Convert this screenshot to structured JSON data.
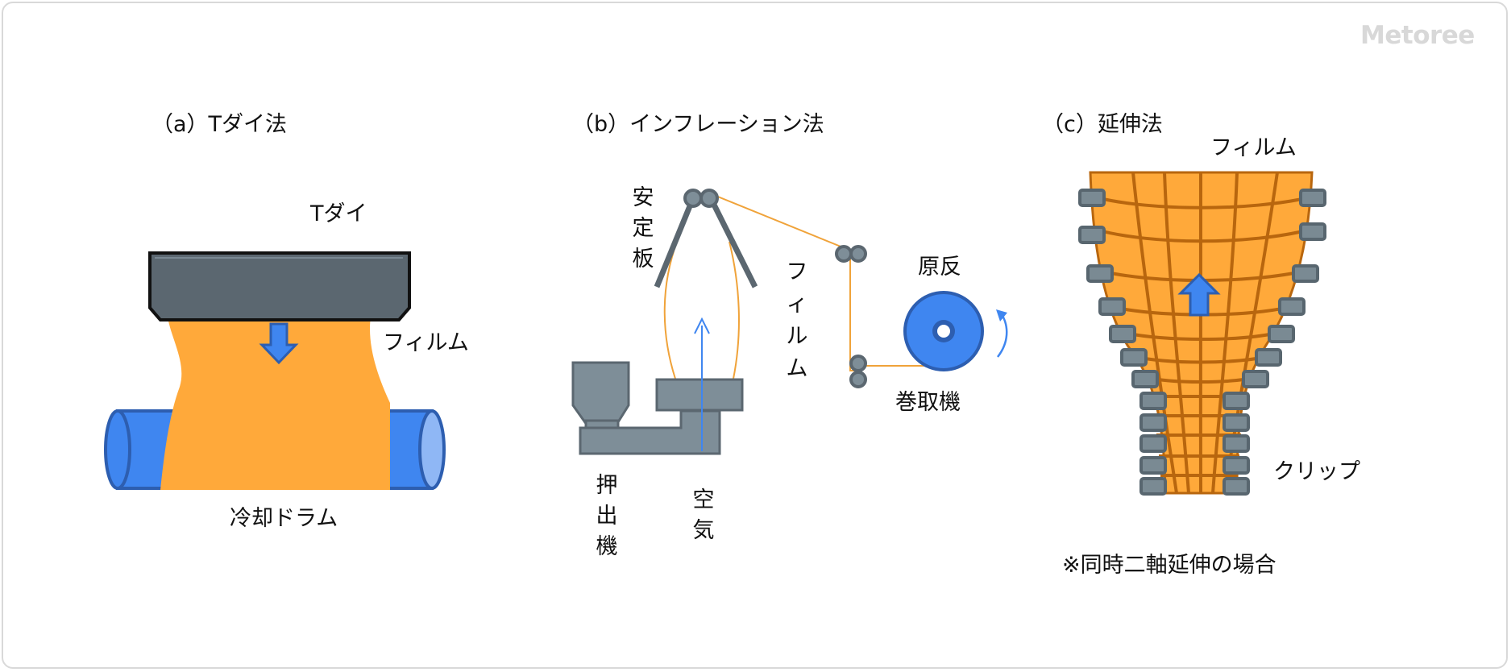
{
  "watermark": "Metoree",
  "panel_a": {
    "title": "（a）Tダイ法",
    "die_label": "Tダイ",
    "film_label": "フィルム",
    "drum_label": "冷却ドラム"
  },
  "panel_b": {
    "title": "（b）インフレーション法",
    "stabilizer_label": [
      "安",
      "定",
      "板"
    ],
    "film_label": [
      "フ",
      "ィ",
      "ル",
      "ム"
    ],
    "roll_label": "原反",
    "winder_label": "巻取機",
    "extruder_label": [
      "押",
      "出",
      "機"
    ],
    "air_label": [
      "空",
      "気"
    ]
  },
  "panel_c": {
    "title": "（c）延伸法",
    "film_label": "フィルム",
    "clip_label": "クリップ",
    "note": "※同時二軸延伸の場合"
  },
  "colors": {
    "film_orange": "#FFA93A",
    "film_line": "#B8660E",
    "blue": "#3F86F0",
    "blue_dark": "#2D5EB0",
    "machine_gray": "#7E8E98",
    "machine_dark": "#5B6770",
    "clip_gray": "#7A8A93"
  },
  "icons": [
    "down-arrow-icon",
    "up-arrow-icon",
    "curved-rotation-arrow-icon",
    "air-flow-arrow-icon"
  ]
}
